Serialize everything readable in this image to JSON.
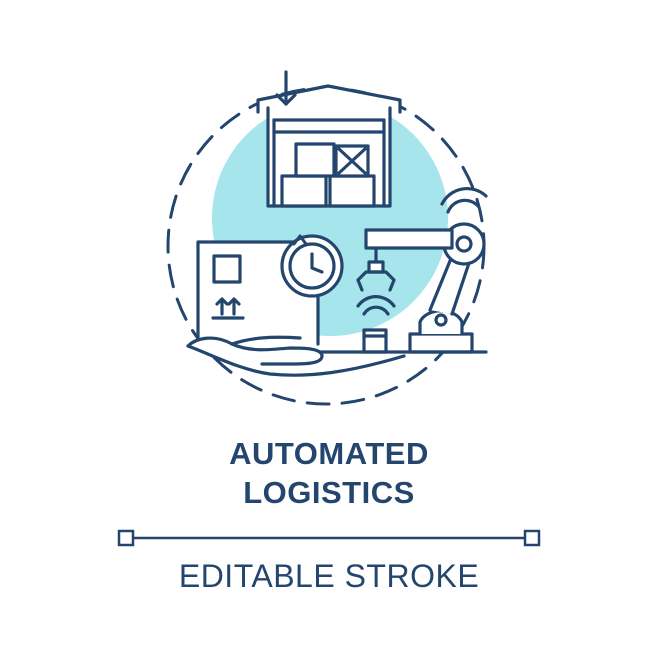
{
  "title": {
    "line1": "AUTOMATED",
    "line2": "LOGISTICS"
  },
  "caption": "EDITABLE STROKE",
  "icons": {
    "warehouse": "warehouse-icon",
    "download_arrow": "arrow-down-icon",
    "package": "package-icon",
    "clock": "clock-cycle-icon",
    "robot_arm": "robot-arm-icon",
    "wireless": "wireless-signal-icon",
    "hand": "open-hand-icon"
  },
  "colors": {
    "stroke": "#24466e",
    "accent_fill": "#a6e5ec",
    "background": "#ffffff"
  }
}
